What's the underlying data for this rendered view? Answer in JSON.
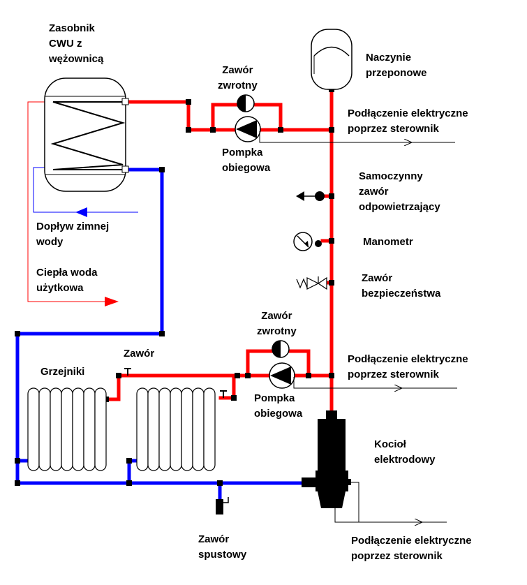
{
  "colors": {
    "hot_pipe": "#ff0000",
    "cold_pipe": "#0000ff",
    "frame": "#000000",
    "background": "#ffffff"
  },
  "labels": {
    "tank": [
      "Zasobnik",
      "CWU z",
      "wężownicą"
    ],
    "expansion_vessel": [
      "Naczynie",
      "przeponowe"
    ],
    "check_valve_top": [
      "Zawór",
      "zwrotny"
    ],
    "pump_top": [
      "Pompka",
      "obiegowa"
    ],
    "electric_top": [
      "Podłączenie elektryczne",
      "poprzez sterownik"
    ],
    "air_vent": [
      "Samoczynny",
      "zawór",
      "odpowietrzający"
    ],
    "pressure_gauge": [
      "Manometr"
    ],
    "cold_water_inlet": [
      "Dopływ zimnej",
      "wody"
    ],
    "hot_water_outlet": [
      "Ciepła woda",
      "użytkowa"
    ],
    "safety_valve": [
      "Zawór",
      "bezpieczeństwa"
    ],
    "check_valve_mid": [
      "Zawór",
      "zwrotny"
    ],
    "radiators": [
      "Grzejniki"
    ],
    "radiator_valve": [
      "Zawór"
    ],
    "electric_mid": [
      "Podłączenie elektryczne",
      "poprzez sterownik"
    ],
    "pump_mid": [
      "Pompka",
      "obiegowa"
    ],
    "boiler": [
      "Kocioł",
      "elektrodowy"
    ],
    "drain_valve": [
      "Zawór",
      "spustowy"
    ],
    "electric_bottom": [
      "Podłączenie elektryczne",
      "poprzez sterownik"
    ]
  },
  "icons": {
    "tank": "hot-water-tank-with-coil",
    "expansion_vessel": "expansion-vessel",
    "pump": "circulation-pump",
    "check_valve": "check-valve",
    "air_vent": "automatic-air-vent",
    "gauge": "pressure-gauge",
    "safety_valve": "safety-valve",
    "radiator": "radiator",
    "boiler": "electrode-boiler",
    "drain": "drain-valve"
  }
}
